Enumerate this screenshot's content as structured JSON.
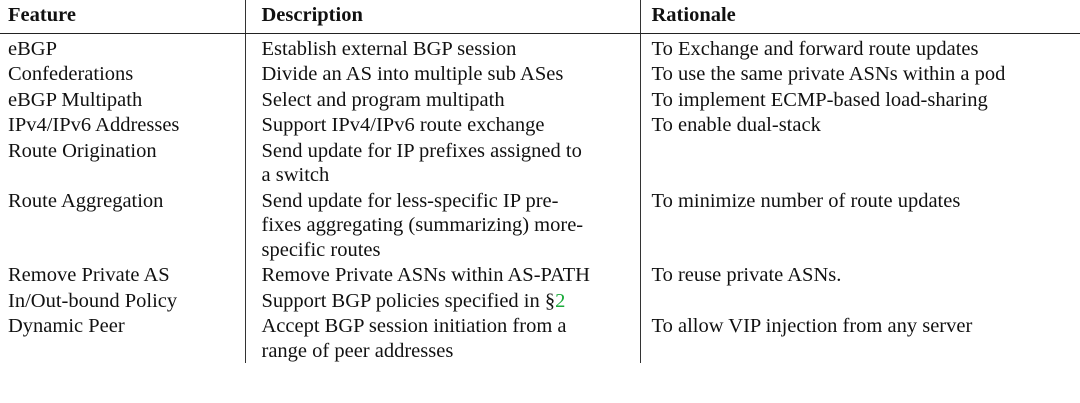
{
  "headers": {
    "feature": "Feature",
    "description": "Description",
    "rationale": "Rationale"
  },
  "rows": [
    {
      "feature": "eBGP",
      "description": "Establish external BGP session",
      "rationale": "To Exchange and forward route updates"
    },
    {
      "feature": "Confederations",
      "description": "Divide an AS into multiple sub ASes",
      "rationale": "To use the same private ASNs within a pod"
    },
    {
      "feature": "eBGP Multipath",
      "description": "Select and program multipath",
      "rationale": "To implement ECMP-based load-sharing"
    },
    {
      "feature": "IPv4/IPv6 Addresses",
      "description": "Support IPv4/IPv6 route exchange",
      "rationale": "To enable dual-stack"
    },
    {
      "feature": "Route Origination",
      "description_lines": [
        "Send update for IP prefixes assigned to",
        "a switch"
      ],
      "rationale": ""
    },
    {
      "feature": "Route Aggregation",
      "description_lines": [
        "Send update for less-specific IP pre-",
        "fixes aggregating (summarizing) more-",
        "specific routes"
      ],
      "rationale": "To minimize number of route updates"
    },
    {
      "feature": "Remove Private AS",
      "description": "Remove Private ASNs within AS-PATH",
      "rationale": "To reuse private ASNs."
    },
    {
      "feature": "In/Out-bound Policy",
      "description_prefix": "Support BGP policies specified in §",
      "description_ref": "2",
      "rationale": ""
    },
    {
      "feature": "Dynamic Peer",
      "description_lines": [
        "Accept BGP session initiation from a",
        "range of peer addresses"
      ],
      "rationale": "To allow VIP injection from any server"
    }
  ],
  "colors": {
    "text": "#111111",
    "rule": "#222222",
    "reference_link": "#1aaa3a"
  }
}
